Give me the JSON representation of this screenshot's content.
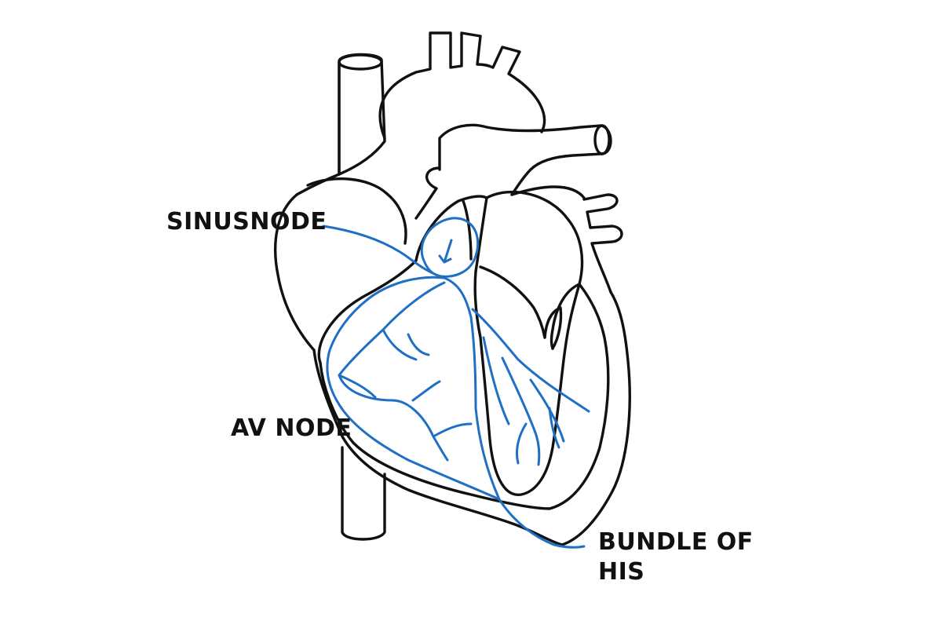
{
  "labels": {
    "sinus_node": "SINUSNODE",
    "av_node": "AV NODE",
    "bundle_of_his_line1": "BUNDLE OF",
    "bundle_of_his_line2": "HIS"
  },
  "colors": {
    "outline": "#111111",
    "conduction": "#1f6fc4",
    "label": "#111111",
    "background": "#ffffff"
  }
}
